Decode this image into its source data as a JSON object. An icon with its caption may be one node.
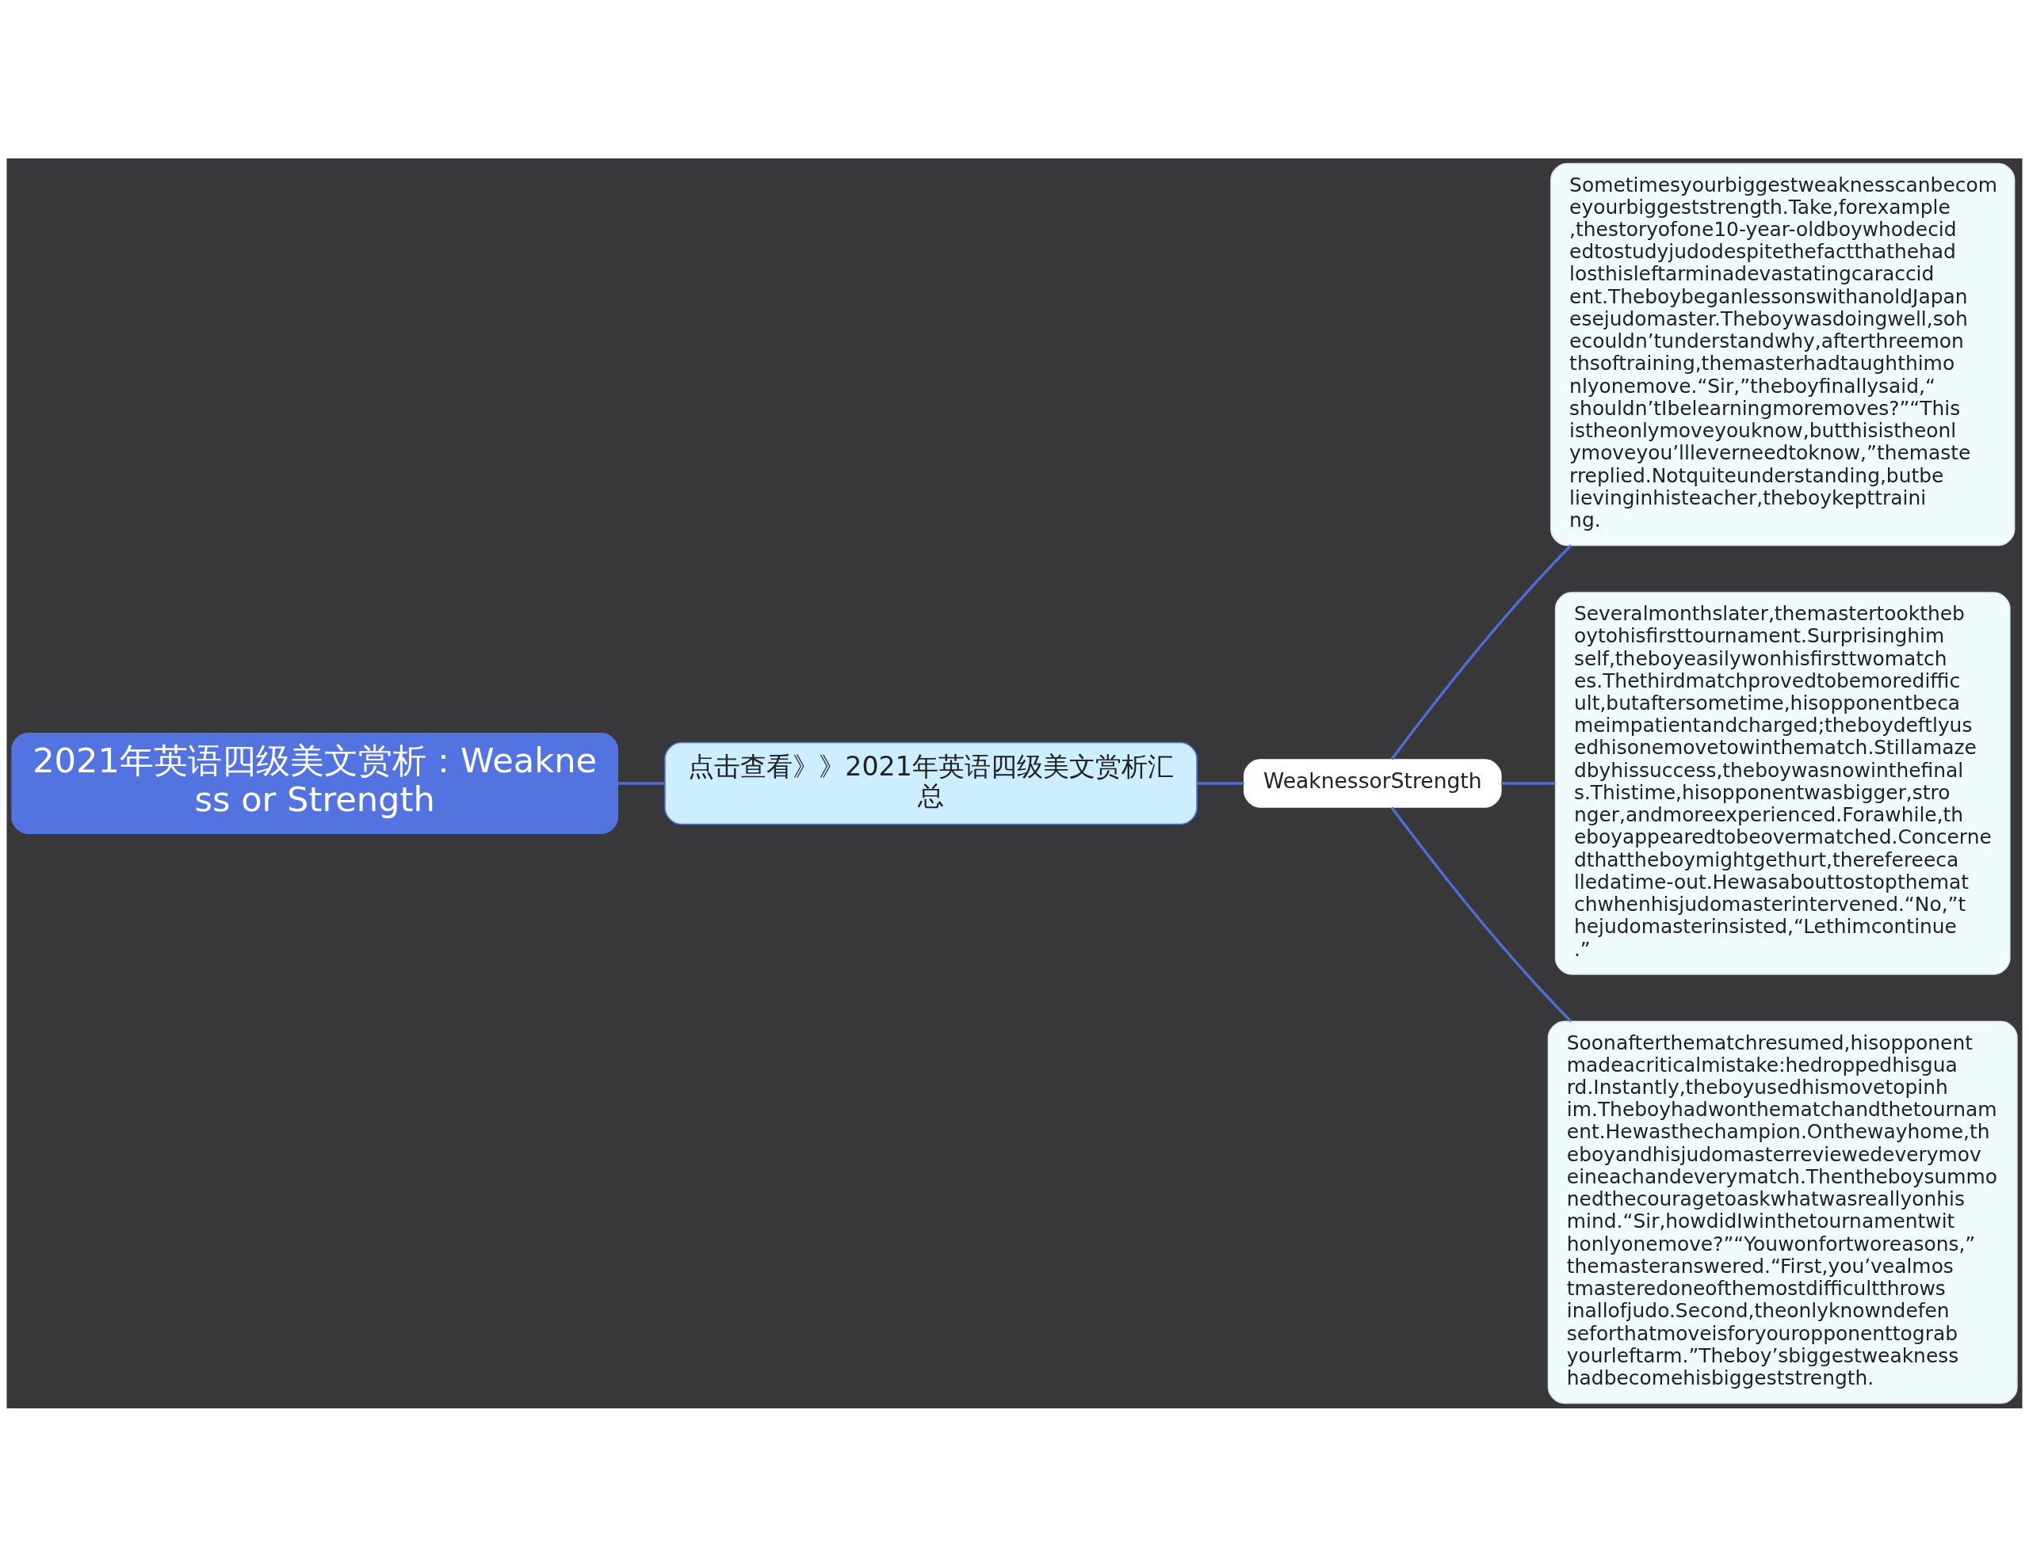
{
  "diagram": {
    "nodes": [
      {
        "text": [
          "2021年英语四级美文赏析：Weakness or Strength"
        ]
      },
      {
        "text": [
          "点击查看》》2021年英语四级美文赏析汇总"
        ]
      },
      {
        "text": [
          "WeaknessorStrength"
        ]
      },
      {
        "text": [
          "Sometimesyourbiggestweaknesscanbecomeyourbiggeststrength.Take,forexample,thestoryofone10-year-oldboywhodecidedtostudyjudodespitethefactthathehadlosthisleftarminadevastatingcaraccident.TheboybeganlessonswithanoldJapanesejudomaster.Theboywasdoingwell,sohecouldn’tunderstandwhy,afterthreemonthsoftraining,themasterhadtaughthimonlyonemove.“Sir,”theboyfinallysaid,“shouldn’tIbelearningmoremoves?”“Thisistheonlymoveyouknow,butthisistheonlymoveyou’llleverneedtoknow,”themasterreplied.Notquiteunderstanding,butbelievinginhisteacher,theboykepttraining."
        ]
      },
      {
        "text": [
          "Severalmonthslater,themastertooktheboytohisfirsttournament.Surprisinghimself,theboyeasilywonhisfirsttwomatches.Thethirdmatchprovedtobemoredifficult,butaftersometime,hisopponentbecameimpatientandcharged;theboydeftlyusedhisonemovetowinthematch.Stillamazedbyhissuccess,theboywasnowinthefinals.Thistime,hisopponentwasbigger,stronger,andmoreexperienced.Forawhile,theboyappearedtobeovermatched.Concernedthattheboymightgethurt,therefereecalledatime-out.Hewasabouttostopthematchwhenhisjudomasterintervened.“No,”thejudomasterinsisted,“Lethimcontinue.”"
        ]
      },
      {
        "text": [
          "Soonafterthematchresumed,hisopponentmadeacriticalmistake:hedroppedhisguard.Instantly,theboyusedhismovetopinhim.Theboyhadwonthematchandthetournament.Hewasthechampion.Onthewayhome,theboyandhisjudomasterreviewedeverymoveineachandeverymatch.Thentheboysummonedthecouragetoaskwhatwasreallyonhismind.“Sir,howdidIwinthetournamentwithonlyonemove?”“Youwonfortworeasons,”themasteranswered.“First,you’vealmostmasteredoneofthemostdifficultthrowsinallofjudo.Second,theonlyknowndefenseforthatmoveisforyouropponenttograbyourleftarm.”Theboy’sbiggestweaknesshadbecomehisbiggeststrength."
        ]
      }
    ],
    "edges": [
      {
        "from": 0,
        "to": 1,
        "arrow": "none"
      },
      {
        "from": 1,
        "to": 2,
        "arrow": "none"
      },
      {
        "from": 2,
        "to": 3,
        "arrow": "none"
      },
      {
        "from": 2,
        "to": 4,
        "arrow": "none"
      },
      {
        "from": 2,
        "to": 5,
        "arrow": "none"
      }
    ]
  }
}
